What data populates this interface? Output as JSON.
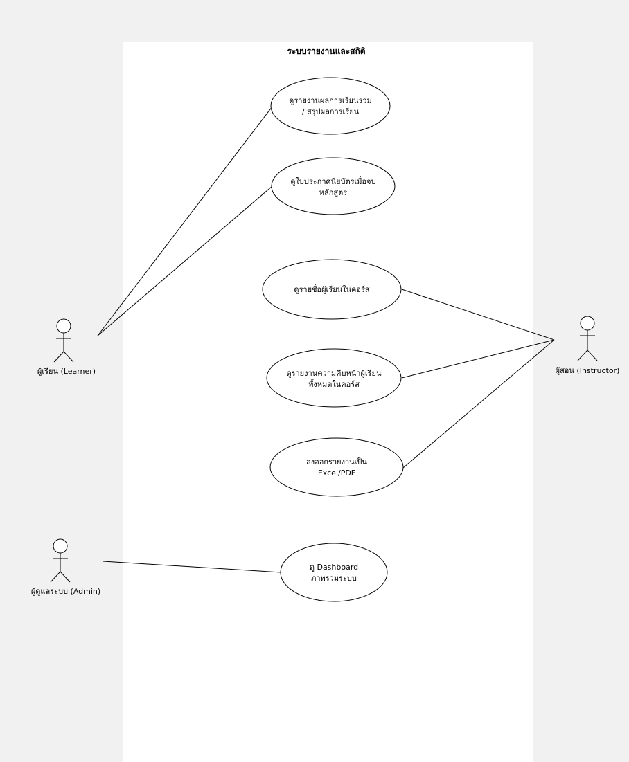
{
  "system": {
    "title": "ระบบรายงานและสถิติ"
  },
  "actors": {
    "learner": {
      "label": "ผู้เรียน (Learner)"
    },
    "instructor": {
      "label": "ผู้สอน (Instructor)"
    },
    "admin": {
      "label": "ผู้ดูแลระบบ (Admin)"
    }
  },
  "use_cases": {
    "uc1": {
      "line1": "ดูรายงานผลการเรียนรวม",
      "line2": "/ สรุปผลการเรียน"
    },
    "uc2": {
      "line1": "ดูใบประกาศนียบัตรเมื่อจบ",
      "line2": "หลักสูตร"
    },
    "uc3": {
      "line1": "ดูรายชื่อผู้เรียนในคอร์ส"
    },
    "uc4": {
      "line1": "ดูรายงานความคืบหน้าผู้เรียน",
      "line2": "ทั้งหมดในคอร์ส"
    },
    "uc5": {
      "line1": "ส่งออกรายงานเป็น",
      "line2": "Excel/PDF"
    },
    "uc6": {
      "line1": "ดู Dashboard",
      "line2": "ภาพรวมระบบ"
    }
  }
}
